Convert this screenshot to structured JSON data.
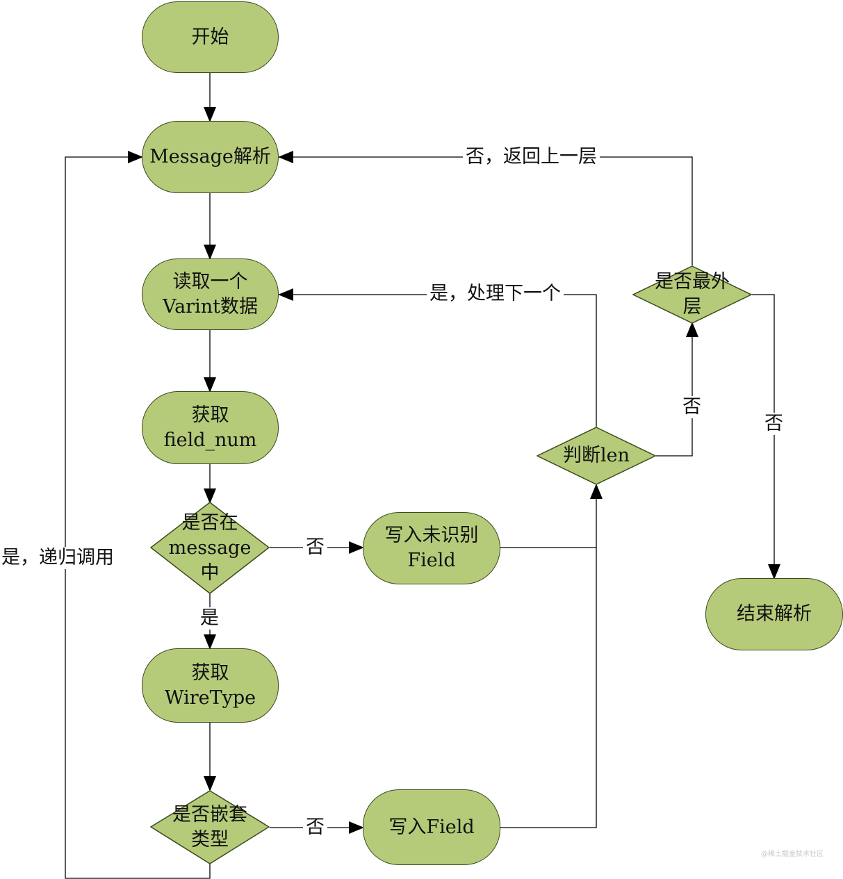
{
  "nodes": {
    "start": "开始",
    "message_parse": "Message解析",
    "read_varint": "读取一个\nVarint数据",
    "get_field_num": "获取\nfield_num",
    "in_message": "是否在\nmessage\n中",
    "write_unknown": "写入未识别\nField",
    "get_wiretype": "获取\nWireType",
    "is_nested": "是否嵌套\n类型",
    "write_field": "写入Field",
    "judge_len": "判断len",
    "is_outermost": "是否最外\n层",
    "end_parse": "结束解析"
  },
  "edge_labels": {
    "no_return_upper": "否，返回上一层",
    "yes_next": "是，处理下一个",
    "yes_recursive": "是，递归调用",
    "no_in_message": "否",
    "yes_in_message": "是",
    "no_nested": "否",
    "no_len": "否",
    "no_outermost": "否"
  },
  "watermark": "@稀土掘金技术社区",
  "colors": {
    "node_fill": "#b5cb7a",
    "node_stroke": "#3c4a1c",
    "line": "#000000"
  }
}
